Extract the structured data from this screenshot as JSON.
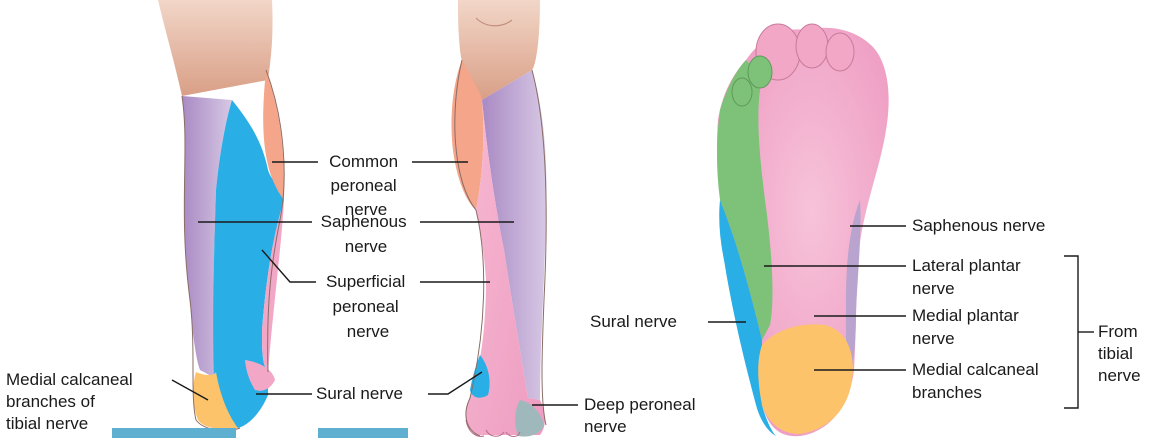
{
  "labels": {
    "common_peroneal": [
      "Common",
      "peroneal",
      "nerve"
    ],
    "saphenous_leg": [
      "Saphenous",
      "nerve"
    ],
    "superficial_peroneal": [
      "Superficial",
      "peroneal",
      "nerve"
    ],
    "medial_calcaneal_tibial": [
      "Medial calcaneal",
      "branches of",
      "tibial nerve"
    ],
    "sural_leg": "Sural nerve",
    "deep_peroneal": [
      "Deep peroneal",
      "nerve"
    ],
    "saphenous_foot": "Saphenous nerve",
    "lateral_plantar": [
      "Lateral plantar",
      "nerve"
    ],
    "medial_plantar": [
      "Medial plantar",
      "nerve"
    ],
    "medial_calcaneal_foot": [
      "Medial calcaneal",
      "branches"
    ],
    "sural_foot": "Sural nerve",
    "from_tibial": [
      "From",
      "tibial",
      "nerve"
    ]
  },
  "colors": {
    "skin": "#e8b7a0",
    "saphenous": "#b9a3cf",
    "sural": "#29aee6",
    "common_peroneal": "#f5a58a",
    "superficial_peroneal": "#f2a7c6",
    "medial_calcaneal": "#fdc36b",
    "lateral_plantar": "#7ec27a",
    "deep_peroneal": "#9fb8bc",
    "accent_bar": "#5fb0d0"
  }
}
